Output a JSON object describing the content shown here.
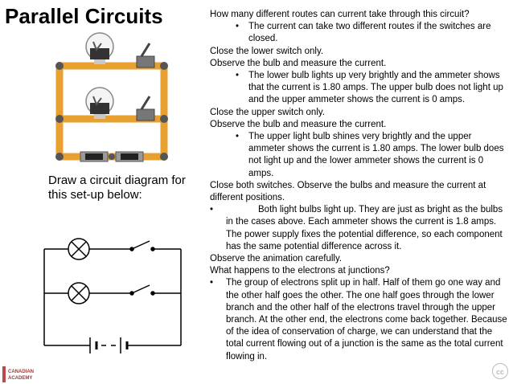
{
  "title": "Parallel Circuits",
  "caption": "Draw a circuit diagram for this set-up below:",
  "lines": {
    "q1": "How many different routes can current take through this circuit?",
    "a1": "The current can take two different routes if the switches are closed.",
    "l1": "Close the lower switch only.",
    "l2": "Observe the bulb and measure the current.",
    "a2": "The lower bulb lights up very brightly and the ammeter shows that the current is 1.80 amps. The upper bulb does not light up and the upper ammeter shows the current is 0 amps.",
    "l3": "Close the upper switch only.",
    "l4": "Observe the bulb and measure the current.",
    "a3": "The upper light bulb shines very brightly and the upper ammeter shows the current is 1.80 amps. The lower bulb does not light up and the lower ammeter shows the current is 0 amps.",
    "l5": "Close both switches. Observe the bulbs and measure the current at different positions.",
    "a4": "Both light bulbs light up. They are just as bright as the bulbs in the cases above. Each ammeter shows the current is 1.8 amps. The power supply fixes the potential difference, so each component has the same potential difference across it.",
    "l6": "Observe the animation carefully.",
    "l7": "What happens to the electrons at junctions?",
    "a5": "The group of electrons split up in half. Half of them go one way and the other half goes the other. The one half goes through the lower branch and the other half of the electrons travel through the upper branch. At the other end, the electrons come back together. Because of the idea of conservation of charge, we can understand that the total current flowing out of a junction is the same as the total current flowing in."
  },
  "bullet": "•",
  "logo": {
    "line1": "CANADIAN",
    "line2": "ACADEMY"
  },
  "cc_badge": "cc"
}
